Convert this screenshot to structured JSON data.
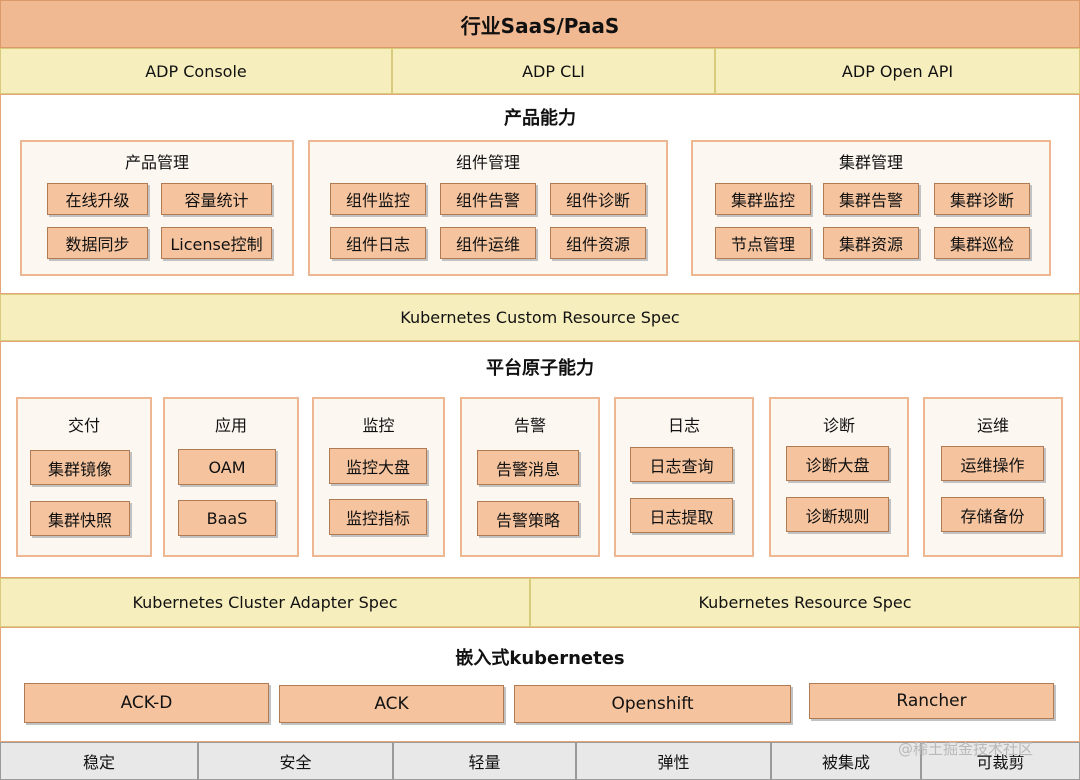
{
  "top": {
    "title": "行业SaaS/PaaS"
  },
  "interfaces": [
    "ADP Console",
    "ADP CLI",
    "ADP Open API"
  ],
  "product": {
    "title": "产品能力",
    "groups": [
      {
        "title": "产品管理",
        "items": [
          "在线升级",
          "容量统计",
          "数据同步",
          "License控制"
        ]
      },
      {
        "title": "组件管理",
        "items": [
          "组件监控",
          "组件告警",
          "组件诊断",
          "组件日志",
          "组件运维",
          "组件资源"
        ]
      },
      {
        "title": "集群管理",
        "items": [
          "集群监控",
          "集群告警",
          "集群诊断",
          "节点管理",
          "集群资源",
          "集群巡检"
        ]
      }
    ]
  },
  "custom_spec": "Kubernetes Custom Resource Spec",
  "atomic": {
    "title": "平台原子能力",
    "groups": [
      {
        "title": "交付",
        "items": [
          "集群镜像",
          "集群快照"
        ]
      },
      {
        "title": "应用",
        "items": [
          "OAM",
          "BaaS"
        ]
      },
      {
        "title": "监控",
        "items": [
          "监控大盘",
          "监控指标"
        ]
      },
      {
        "title": "告警",
        "items": [
          "告警消息",
          "告警策略"
        ]
      },
      {
        "title": "日志",
        "items": [
          "日志查询",
          "日志提取"
        ]
      },
      {
        "title": "诊断",
        "items": [
          "诊断大盘",
          "诊断规则"
        ]
      },
      {
        "title": "运维",
        "items": [
          "运维操作",
          "存储备份"
        ]
      }
    ]
  },
  "specs": [
    "Kubernetes Cluster Adapter Spec",
    "Kubernetes Resource Spec"
  ],
  "embedded": {
    "title": "嵌入式kubernetes",
    "items": [
      "ACK-D",
      "ACK",
      "Openshift",
      "Rancher"
    ]
  },
  "features": [
    "稳定",
    "安全",
    "轻量",
    "弹性",
    "被集成",
    "可裁剪"
  ],
  "watermark": "@稀土掘金技术社区"
}
